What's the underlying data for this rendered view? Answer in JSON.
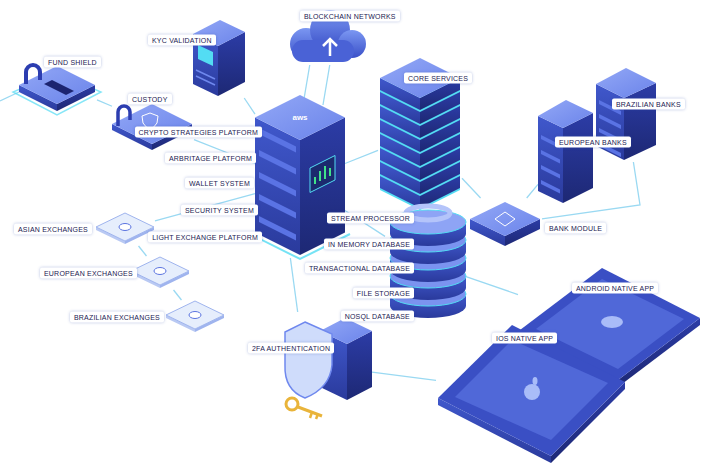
{
  "diagram": {
    "nodes": [
      {
        "text": [
          "FUND SHIELD"
        ]
      },
      {
        "text": [
          "CUSTODY"
        ]
      },
      {
        "text": [
          "KYC VALIDATION"
        ]
      },
      {
        "text": [
          "BLOCKCHAIN NETWORKS"
        ]
      },
      {
        "text": [
          "CORE SERVICES"
        ]
      },
      {
        "text": [
          "BRAZILIAN BANKS"
        ]
      },
      {
        "text": [
          "EUROPEAN BANKS"
        ]
      },
      {
        "text": [
          "CRYPTO STRATEGIES PLATFORM",
          "ARBRITAGE PLATFORM",
          "WALLET SYSTEM",
          "SECURITY SYSTEM",
          "LIGHT EXCHANGE PLATFORM"
        ]
      },
      {
        "text": [
          "BANK MODULE"
        ]
      },
      {
        "text": [
          "ASIAN EXCHANGES"
        ]
      },
      {
        "text": [
          "EUROPEAN EXCHANGES"
        ]
      },
      {
        "text": [
          "BRAZILIAN EXCHANGES"
        ]
      },
      {
        "text": [
          "STREAM PROCESSOR",
          "IN MEMORY DATABASE",
          "TRANSACTIONAL DATABASE",
          "FILE STORAGE",
          "NOSQL DATABASE"
        ]
      },
      {
        "text": [
          "ANDROID NATIVE APP"
        ]
      },
      {
        "text": [
          "2FA AUTHENTICATION"
        ]
      },
      {
        "text": [
          "IOS NATIVE APP"
        ]
      }
    ],
    "edges": [
      {
        "from": 0,
        "to": 1,
        "arrow": "none"
      },
      {
        "from": 1,
        "to": 7,
        "arrow": "none"
      },
      {
        "from": 2,
        "to": 7,
        "arrow": "none"
      },
      {
        "from": 3,
        "to": 7,
        "arrow": "none"
      },
      {
        "from": 3,
        "to": 7,
        "arrow": "none"
      },
      {
        "from": 7,
        "to": 4,
        "arrow": "none"
      },
      {
        "from": 4,
        "to": 8,
        "arrow": "none"
      },
      {
        "from": 8,
        "to": 6,
        "arrow": "none"
      },
      {
        "from": 8,
        "to": 5,
        "arrow": "none"
      },
      {
        "from": 7,
        "to": 9,
        "arrow": "none"
      },
      {
        "from": 9,
        "to": 10,
        "arrow": "none"
      },
      {
        "from": 10,
        "to": 11,
        "arrow": "none"
      },
      {
        "from": 7,
        "to": 12,
        "arrow": "none"
      },
      {
        "from": 7,
        "to": 14,
        "arrow": "none"
      },
      {
        "from": 12,
        "to": 13,
        "arrow": "none"
      },
      {
        "from": 14,
        "to": 15,
        "arrow": "none"
      }
    ],
    "labels": [
      "aws"
    ]
  }
}
